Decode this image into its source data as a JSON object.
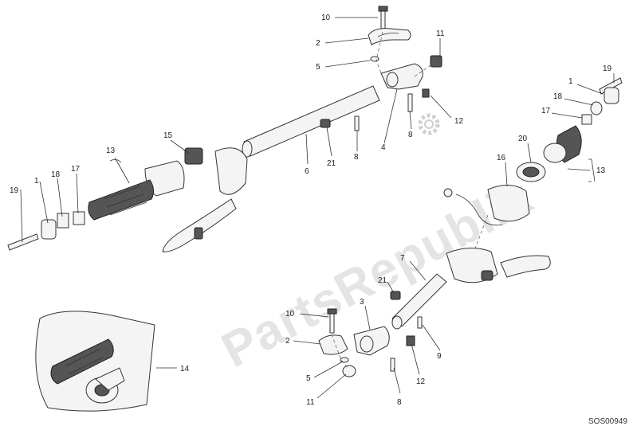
{
  "watermark": {
    "text": "PartsRepublik",
    "icon": "gear-icon"
  },
  "diagram_code": "SOS00949",
  "callouts": {
    "c10a": "10",
    "c2a": "2",
    "c5a": "5",
    "c11a": "11",
    "c8a": "8",
    "c12a": "12",
    "c4": "4",
    "c6": "6",
    "c21a": "21",
    "c8b": "8",
    "c15": "15",
    "c13a": "13",
    "c19a": "19",
    "c1a": "1",
    "c18a": "18",
    "c17a": "17",
    "c19b": "19",
    "c1b": "1",
    "c18b": "18",
    "c17b": "17",
    "c20": "20",
    "c16": "16",
    "c13b": "13",
    "c7": "7",
    "c21b": "21",
    "c3": "3",
    "c10b": "10",
    "c2b": "2",
    "c5b": "5",
    "c11b": "11",
    "c8c": "8",
    "c12b": "12",
    "c9": "9",
    "c14": "14"
  }
}
